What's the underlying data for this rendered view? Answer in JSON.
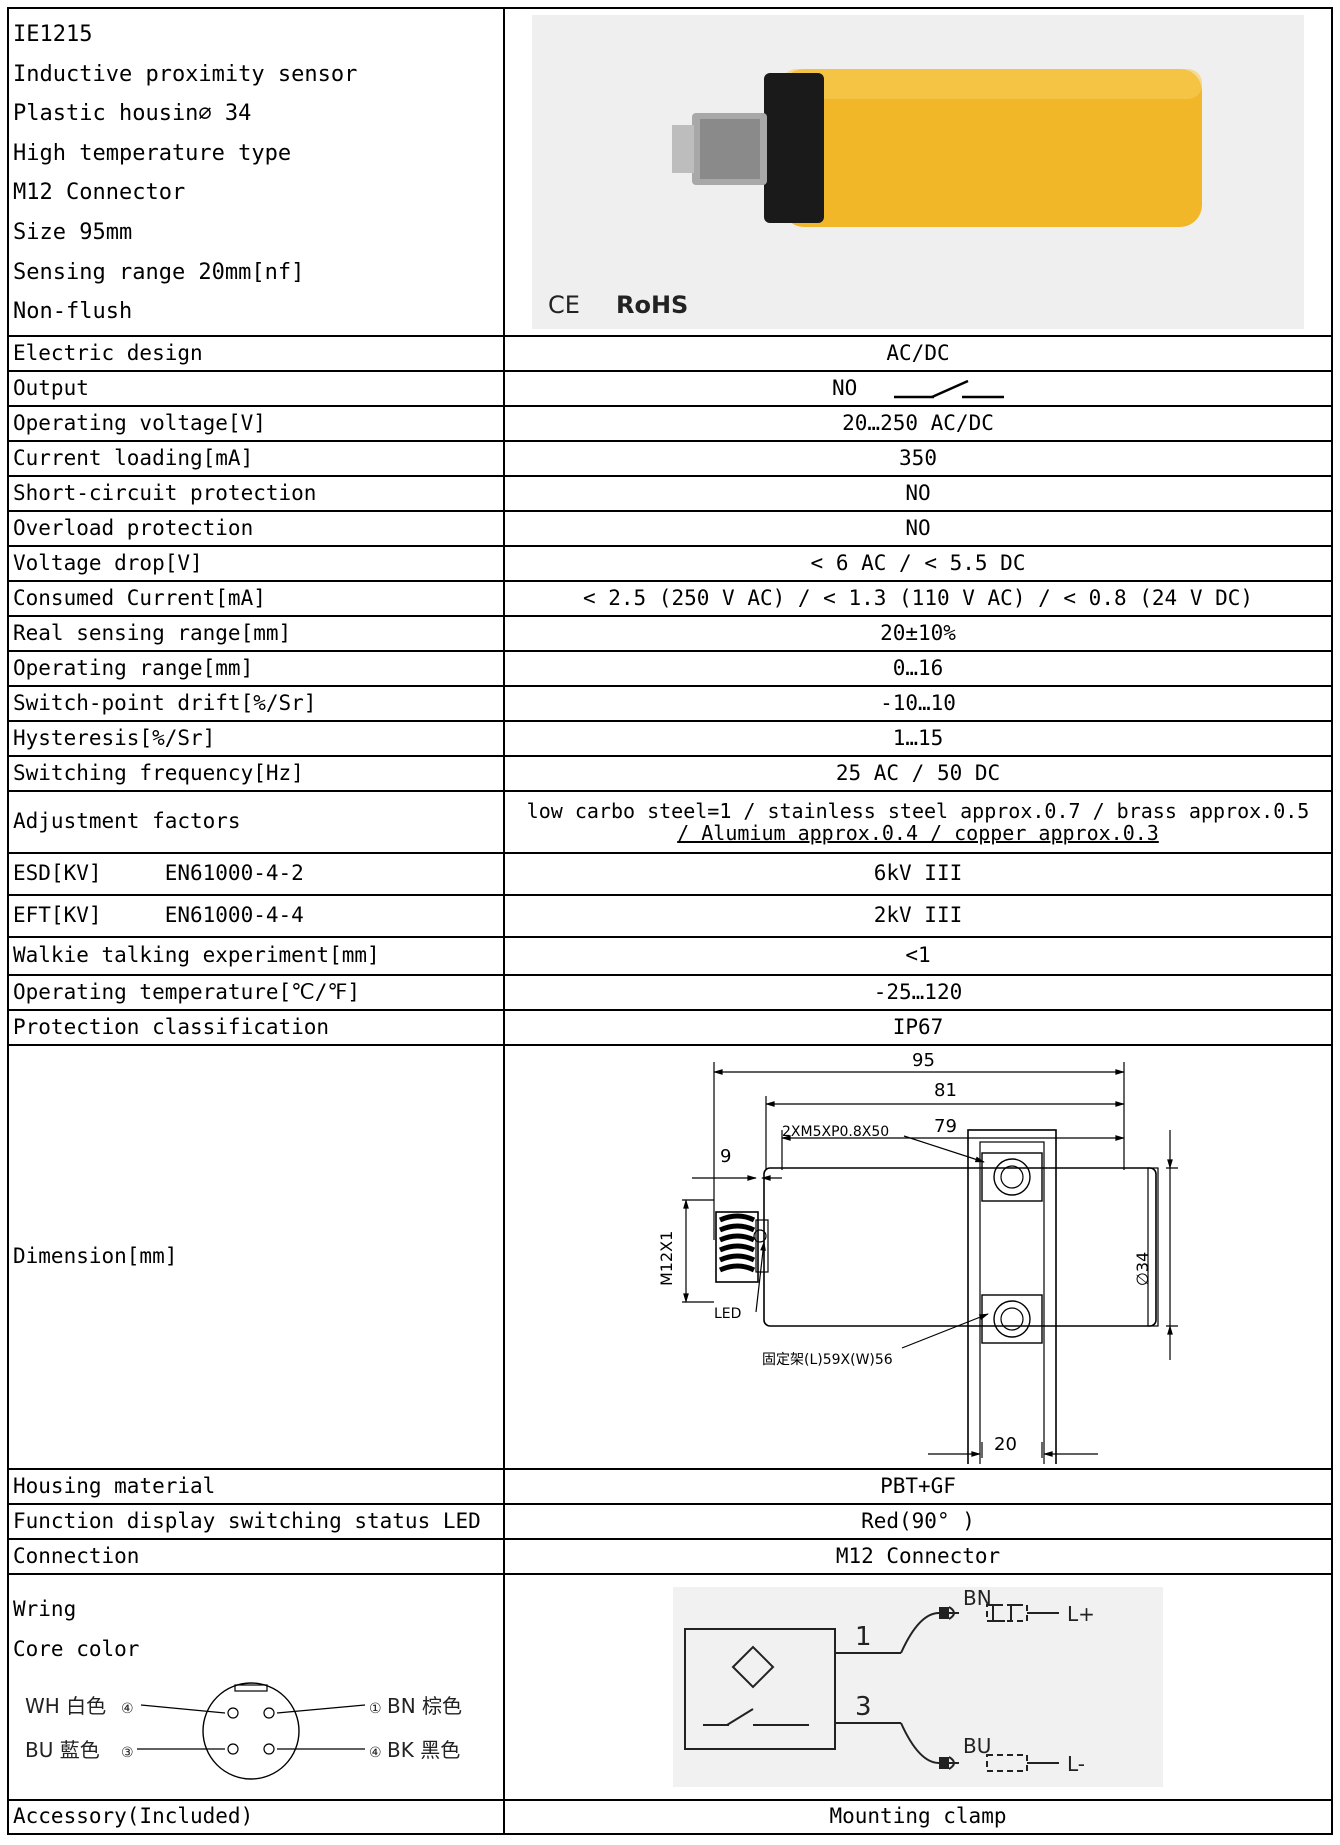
{
  "header": {
    "lines": [
      "IE1215",
      "Inductive proximity sensor",
      "Plastic housin∅  34",
      "High temperature type",
      "M12 Connector",
      "Size 95mm",
      "Sensing range 20mm[nf]",
      "Non-flush"
    ],
    "photo_marks": {
      "ce": "CE",
      "rohs": "RoHS"
    }
  },
  "rows": [
    {
      "label": "Electric design",
      "value": "AC/DC"
    },
    {
      "label": "Output",
      "value": "NO"
    },
    {
      "label": "Operating voltage[V]",
      "value": "20…250 AC/DC"
    },
    {
      "label": "Current loading[mA]",
      "value": "350"
    },
    {
      "label": "Short-circuit protection",
      "value": "NO"
    },
    {
      "label": "Overload protection",
      "value": "NO"
    },
    {
      "label": "Voltage drop[V]",
      "value": "< 6 AC / < 5.5 DC"
    },
    {
      "label": "Consumed Current[mA]",
      "value": "< 2.5 (250 V AC) / < 1.3 (110 V AC) / < 0.8 (24 V DC)"
    },
    {
      "label": "Real sensing range[mm]",
      "value": "20±10%"
    },
    {
      "label": "Operating range[mm]",
      "value": "0…16"
    },
    {
      "label": "Switch-point drift[%/Sr]",
      "value": "-10…10"
    },
    {
      "label": "Hysteresis[%/Sr]",
      "value": "1…15"
    },
    {
      "label": "Switching frequency[Hz]",
      "value": "25 AC / 50 DC"
    },
    {
      "label": "Adjustment factors",
      "value": "low carbo steel=1 / stainless steel approx.0.7 / brass approx.0.5",
      "value2": "/ Alumium approx.0.4 / copper approx.0.3"
    },
    {
      "label": "ESD[KV]     EN61000-4-2",
      "value": "6kV III"
    },
    {
      "label": "EFT[KV]     EN61000-4-4",
      "value": "2kV III"
    },
    {
      "label": "Walkie talking experiment[mm]",
      "value": "<1"
    },
    {
      "label": "Operating temperature[℃/℉]",
      "value": "-25…120"
    },
    {
      "label": "Protection classification",
      "value": "IP67"
    }
  ],
  "dimension": {
    "label": "Dimension[mm]",
    "len95": "95",
    "len81": "81",
    "len79": "79",
    "len9": "9",
    "len20": "20",
    "screw": "2XM5XP0.8X50",
    "thread": "M12X1",
    "dia": "∅34",
    "led": "LED",
    "clamp": "固定架(L)59X(W)56"
  },
  "rows2": [
    {
      "label": "Housing material",
      "value": "PBT+GF"
    },
    {
      "label": "Function display switching status LED",
      "value": "Red(90° )"
    },
    {
      "label": "Connection",
      "value": "M12 Connector"
    }
  ],
  "wiring": {
    "label1": "Wring",
    "label2": "Core color",
    "pin_wh": "WH 白色",
    "pin_bn": "BN 棕色",
    "pin_bu": "BU 藍色",
    "pin_bk": "BK 黑色",
    "pin_num_wh": "④",
    "pin_num_bn": "①",
    "pin_num_bu": "③",
    "pin_num_bk": "④",
    "terminal1": "1",
    "terminal3": "3",
    "bn": "BN",
    "bu": "BU",
    "lplus": "L+",
    "lminus": "L-"
  },
  "accessory": {
    "label": "Accessory(Included)",
    "value": "Mounting clamp"
  },
  "colors": {
    "housing": "#F2B728",
    "cap": "#1a1a1a",
    "photo_bg": "#efefef"
  }
}
